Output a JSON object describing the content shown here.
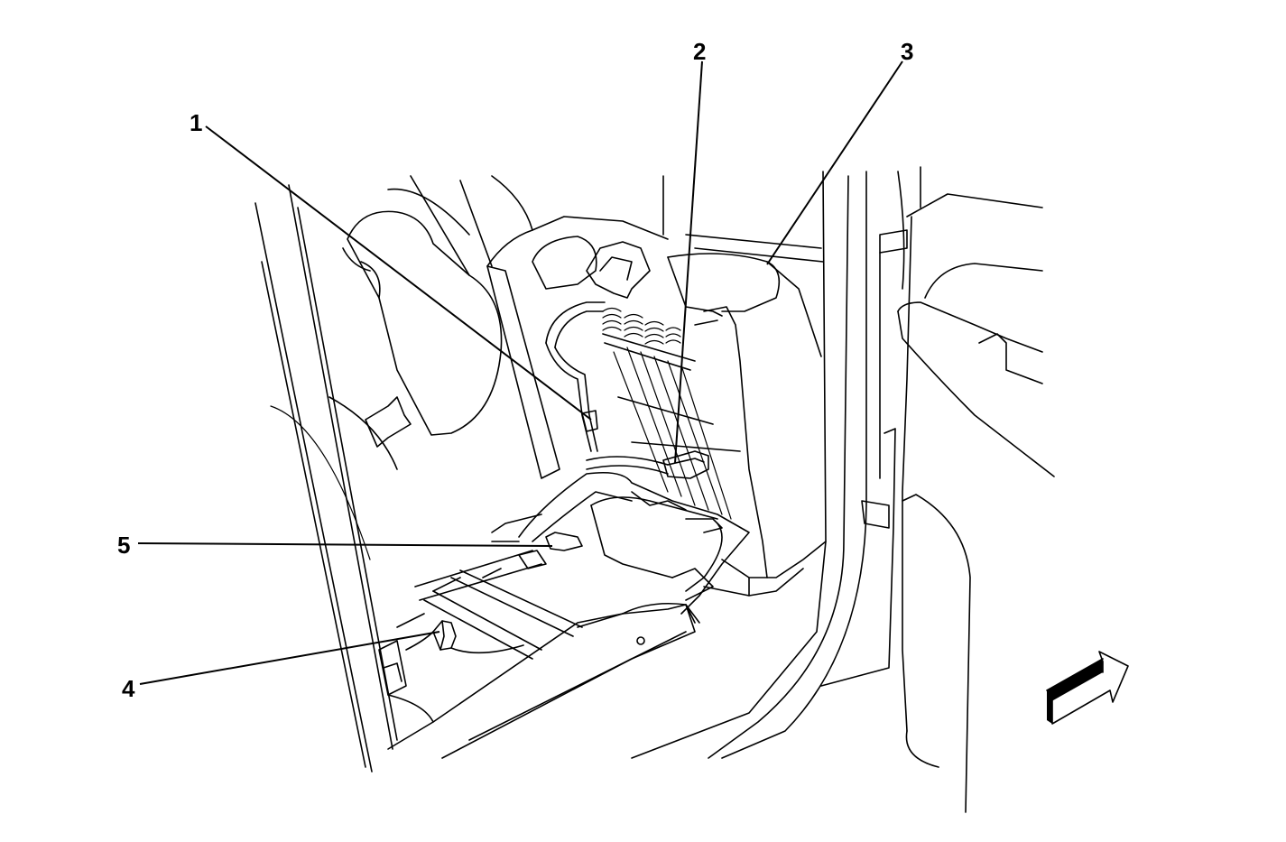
{
  "callouts": [
    {
      "id": "1",
      "label": "1"
    },
    {
      "id": "2",
      "label": "2"
    },
    {
      "id": "3",
      "label": "3"
    },
    {
      "id": "4",
      "label": "4"
    },
    {
      "id": "5",
      "label": "5"
    }
  ],
  "icons": {
    "direction_arrow": "forward-arrow-icon"
  },
  "colors": {
    "line": "#000000",
    "background": "#ffffff"
  }
}
